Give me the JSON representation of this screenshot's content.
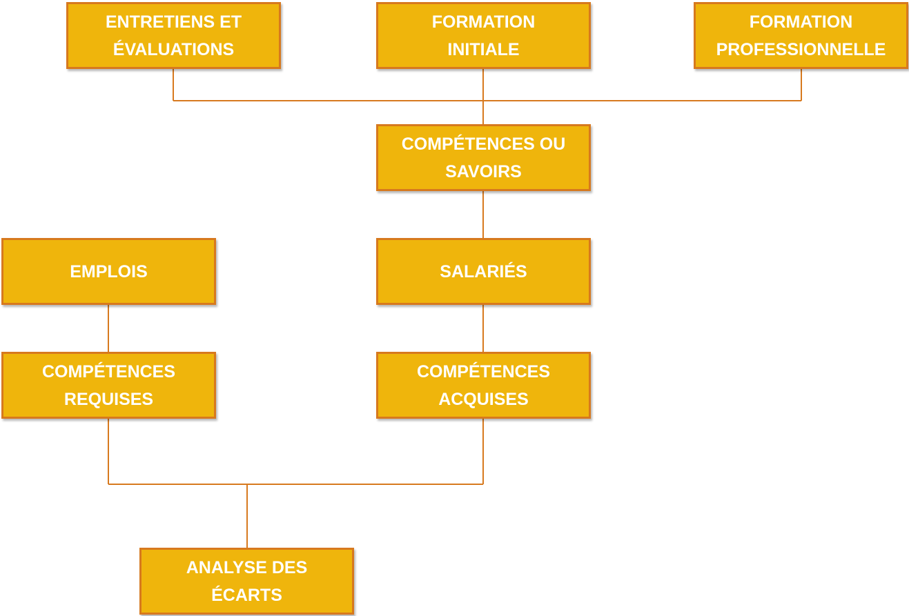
{
  "nodes": {
    "entretiens": "ENTRETIENS ET\nÉVALUATIONS",
    "formation_initiale": "FORMATION\nINITIALE",
    "formation_professionnelle": "FORMATION\nPROFESSIONNELLE",
    "competences_savoirs": "COMPÉTENCES OU\nSAVOIRS",
    "emplois": "EMPLOIS",
    "salaries": "SALARIÉS",
    "competences_requises": "COMPÉTENCES\nREQUISES",
    "competences_acquises": "COMPÉTENCES\nACQUISES",
    "analyse": "ANALYSE DES\nÉCARTS"
  },
  "edges": [
    [
      "entretiens",
      "competences_savoirs"
    ],
    [
      "formation_initiale",
      "competences_savoirs"
    ],
    [
      "formation_professionnelle",
      "competences_savoirs"
    ],
    [
      "competences_savoirs",
      "salaries"
    ],
    [
      "emplois",
      "competences_requises"
    ],
    [
      "salaries",
      "competences_acquises"
    ],
    [
      "competences_requises",
      "analyse"
    ],
    [
      "competences_acquises",
      "analyse"
    ]
  ],
  "colors": {
    "box_fill": "#EFB50C",
    "box_border": "#D7791E",
    "connector": "#D7791E",
    "text": "#FFFFFF"
  }
}
